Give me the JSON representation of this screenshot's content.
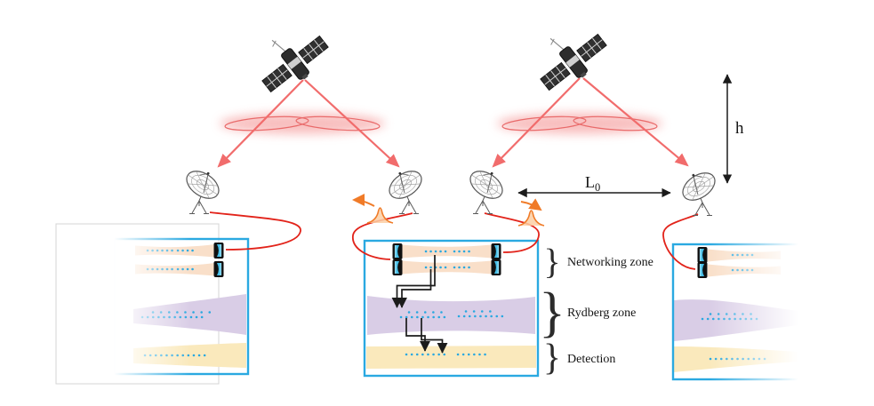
{
  "figure": {
    "type": "satellite-quantum-repeater-network-diagram",
    "annotations": {
      "height_label": "h",
      "baseline_label_main": "L",
      "baseline_label_sub": "0",
      "brace_glyph": "}"
    },
    "zones": [
      {
        "label": "Networking zone"
      },
      {
        "label": "Rydberg zone"
      },
      {
        "label": "Detection"
      }
    ],
    "colors": {
      "box_border": "#2AA9E1",
      "ghost_box": "#D4D4D4",
      "cavity_beam": "#F9DFC9",
      "rydberg_band": "#D9CDE6",
      "detection_band": "#FAE9BC",
      "atom_dots": "#29A8E0",
      "downlink_laser": "#F16C6C",
      "entanglement_glow": "#F7AFAF",
      "optical_fiber": "#E2231A",
      "photon_pulse": "#F07B28",
      "annotation_arrows": "#1B1B1B",
      "mirror_coating": "#46BFE8"
    }
  }
}
